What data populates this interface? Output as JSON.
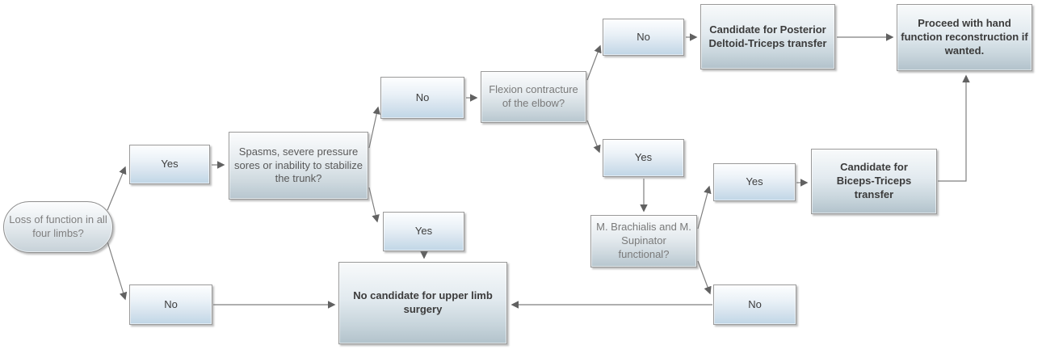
{
  "diagram": {
    "type": "flowchart",
    "topic": "Upper limb surgery decision tree",
    "nodes": {
      "start": {
        "label": "Loss of function in all four limbs?",
        "shape": "terminator"
      },
      "yes_top": {
        "label": "Yes",
        "shape": "box"
      },
      "spasms_question": {
        "label": "Spasms, severe pressure sores or inability to stabilize the trunk?",
        "shape": "box"
      },
      "no_top": {
        "label": "No",
        "shape": "box"
      },
      "flexion_question": {
        "label": "Flexion contracture of the elbow?",
        "shape": "box"
      },
      "no_upper_right": {
        "label": "No",
        "shape": "box"
      },
      "posterior_transfer": {
        "label": "Candidate for Posterior Deltoid-Triceps transfer",
        "shape": "box"
      },
      "proceed_hand": {
        "label": "Proceed with hand function reconstruction if wanted.",
        "shape": "box"
      },
      "yes_mid_right": {
        "label": "Yes",
        "shape": "box"
      },
      "brachialis_question": {
        "label": "M. Brachialis and M. Supinator functional?",
        "shape": "box"
      },
      "yes_far_right": {
        "label": "Yes",
        "shape": "box"
      },
      "biceps_transfer": {
        "label": "Candidate for Biceps-Triceps transfer",
        "shape": "box"
      },
      "yes_mid": {
        "label": "Yes",
        "shape": "box"
      },
      "no_bottom_left": {
        "label": "No",
        "shape": "box"
      },
      "no_candidate": {
        "label": "No candidate for upper limb surgery",
        "shape": "box"
      },
      "no_bottom_right": {
        "label": "No",
        "shape": "box"
      }
    },
    "edges": [
      {
        "from": "start",
        "to": "yes_top"
      },
      {
        "from": "start",
        "to": "no_bottom_left"
      },
      {
        "from": "yes_top",
        "to": "spasms_question"
      },
      {
        "from": "spasms_question",
        "to": "no_top"
      },
      {
        "from": "spasms_question",
        "to": "yes_mid"
      },
      {
        "from": "no_top",
        "to": "flexion_question"
      },
      {
        "from": "flexion_question",
        "to": "no_upper_right"
      },
      {
        "from": "flexion_question",
        "to": "yes_mid_right"
      },
      {
        "from": "no_upper_right",
        "to": "posterior_transfer"
      },
      {
        "from": "posterior_transfer",
        "to": "proceed_hand"
      },
      {
        "from": "yes_mid_right",
        "to": "brachialis_question"
      },
      {
        "from": "brachialis_question",
        "to": "yes_far_right"
      },
      {
        "from": "brachialis_question",
        "to": "no_bottom_right"
      },
      {
        "from": "yes_far_right",
        "to": "biceps_transfer"
      },
      {
        "from": "biceps_transfer",
        "to": "proceed_hand"
      },
      {
        "from": "yes_mid",
        "to": "no_candidate"
      },
      {
        "from": "no_bottom_left",
        "to": "no_candidate"
      },
      {
        "from": "no_bottom_right",
        "to": "no_candidate"
      }
    ],
    "colors": {
      "box_fill_top": "#fdfeff",
      "box_fill_bottom": "#c0d6e6",
      "question_fill_bottom": "#b7c6cf",
      "border": "#9a9a9a",
      "arrow": "#7f7f7f",
      "question_text": "#7a7a7a",
      "label_text": "#3d3d3d",
      "background": "#ffffff"
    }
  }
}
